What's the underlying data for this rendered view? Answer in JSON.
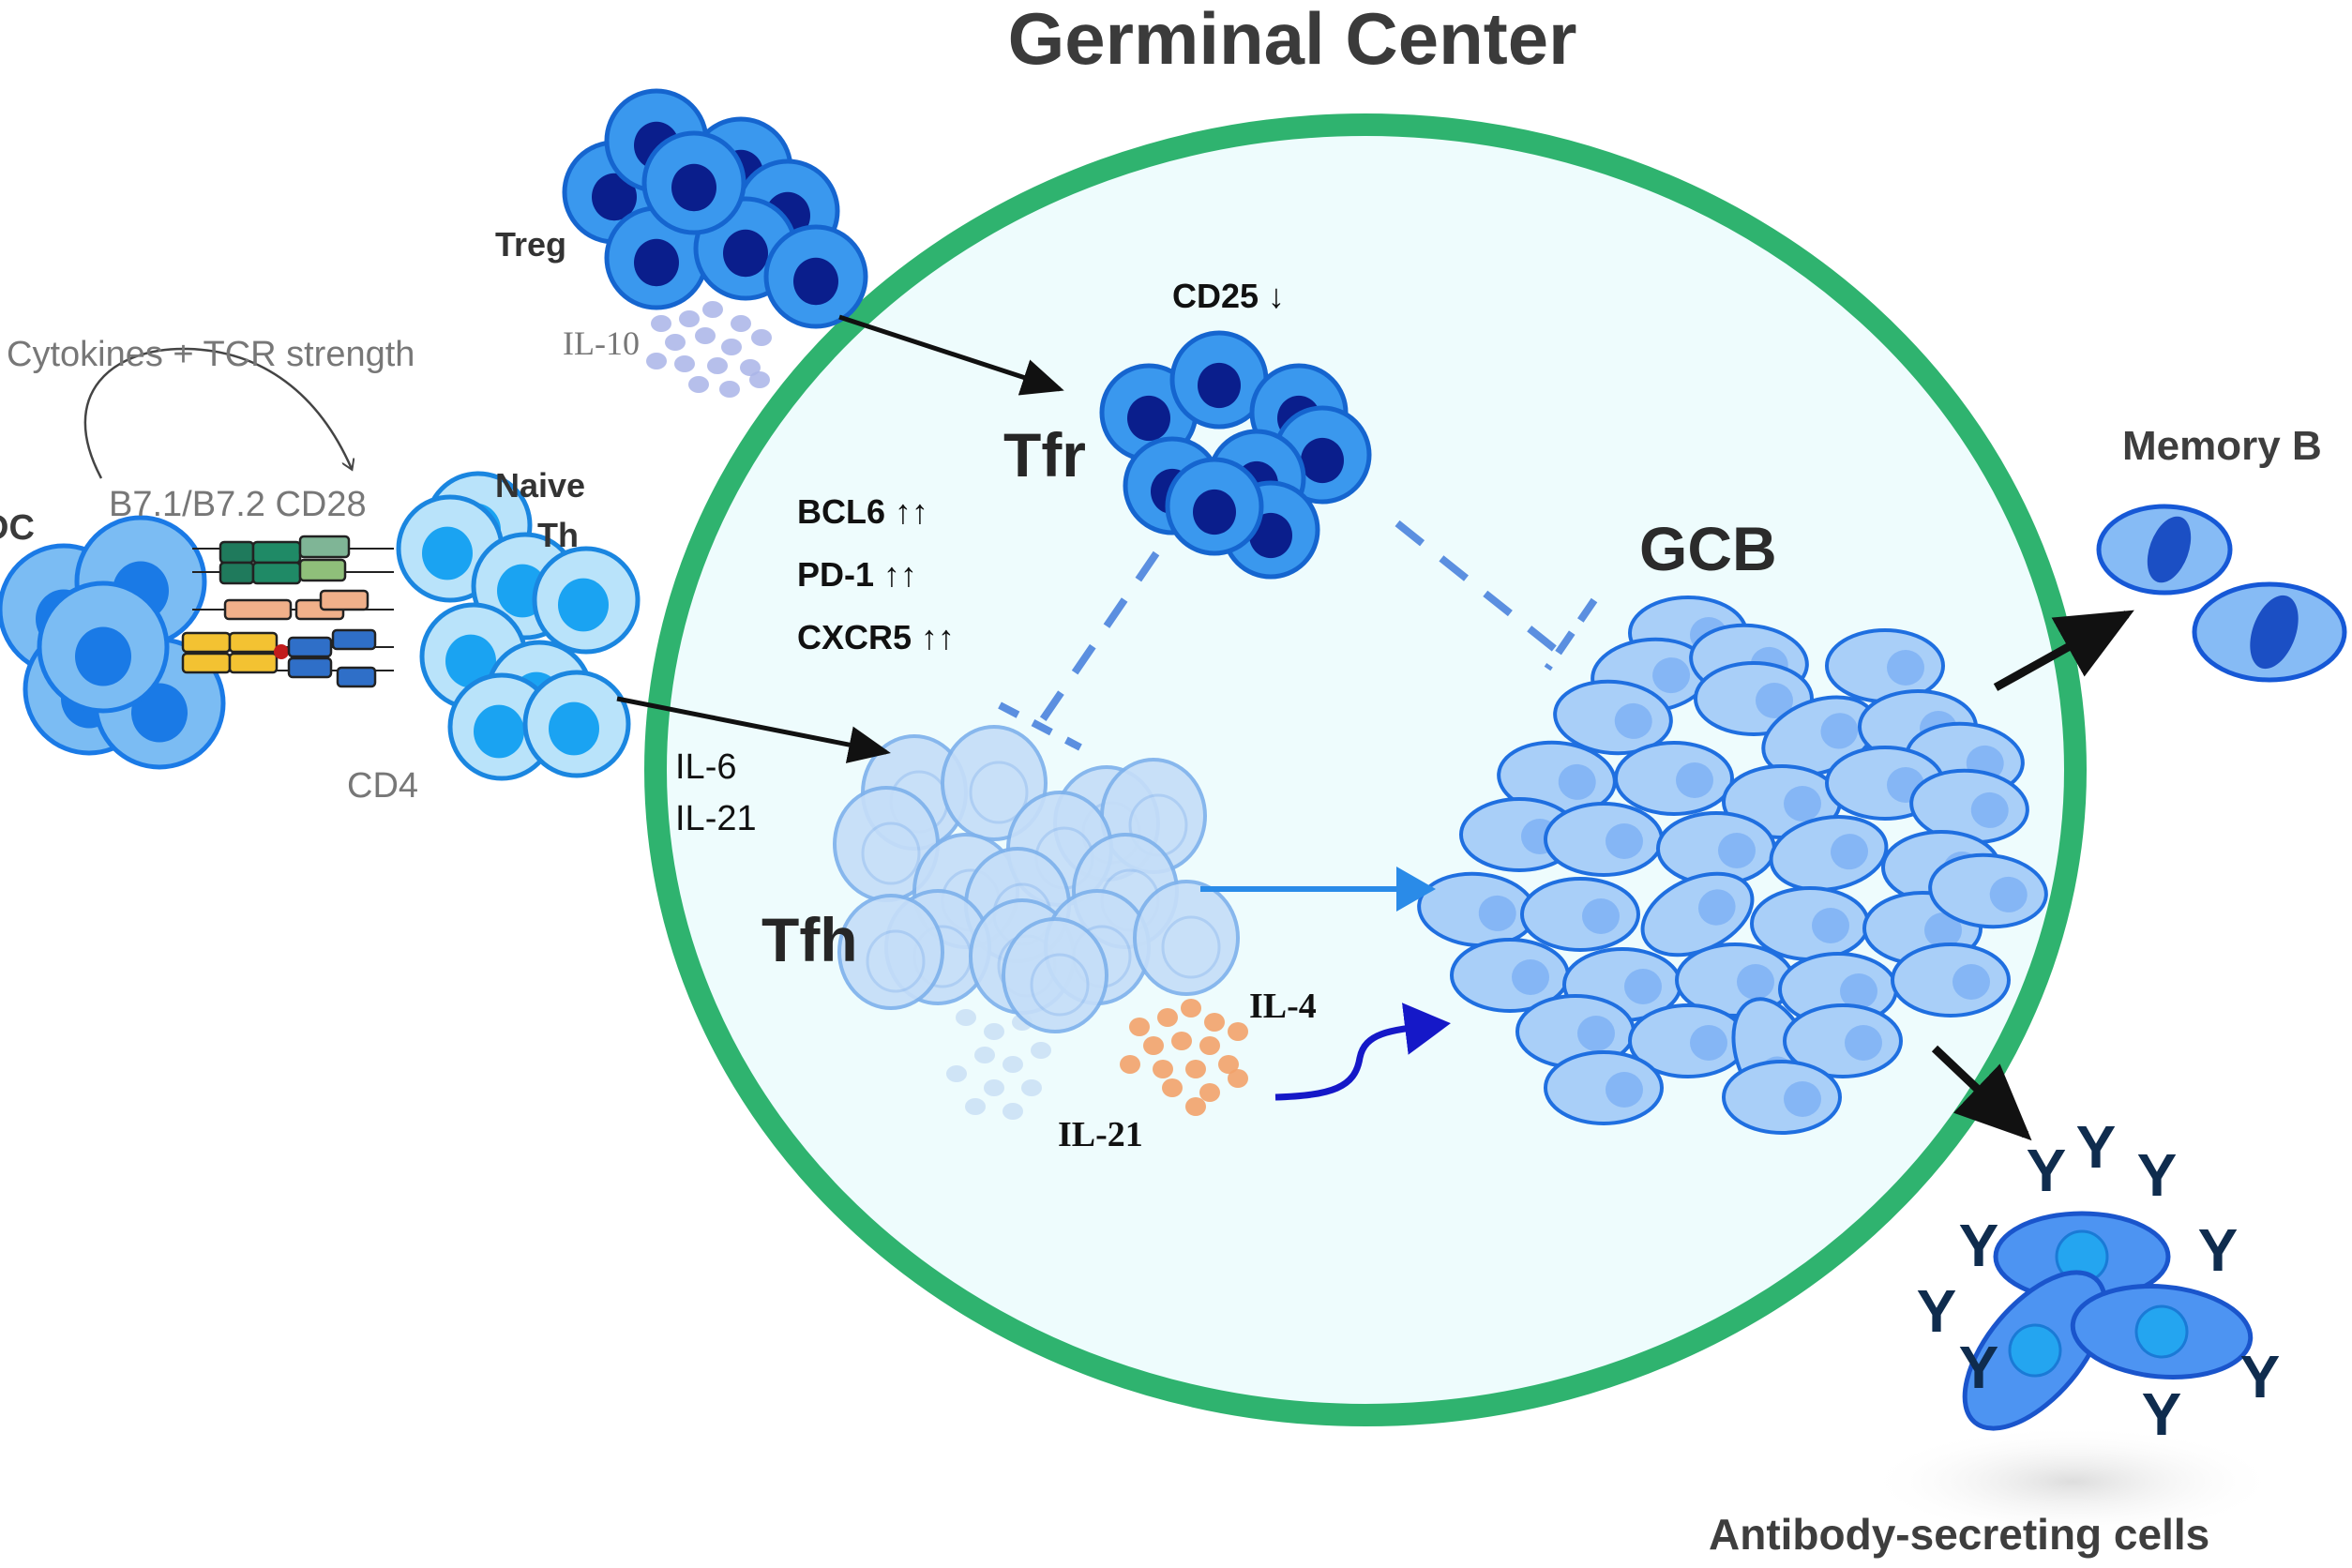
{
  "title": "Germinal Center",
  "labels": {
    "dc": "DC",
    "treg": "Treg",
    "il10": "IL-10",
    "cytokines_tcr": "Cytokines + TCR strength",
    "costim": "B7.1/B7.2 CD28",
    "naive_th_line1": "Naive",
    "naive_th_line2": "Th",
    "cd4": "CD4",
    "tfr": "Tfr",
    "cd25": "CD25 ↓",
    "markers": [
      "BCL6 ↑↑",
      "PD-1 ↑↑",
      "CXCR5 ↑↑"
    ],
    "il6": "IL-6",
    "il21_left": "IL-21",
    "tfh": "Tfh",
    "il4": "IL-4",
    "il21_bottom": "IL-21",
    "gcb": "GCB",
    "memory_b": "Memory B",
    "asc": "Antibody-secreting cells",
    "antibody_glyph": "Y"
  },
  "colors": {
    "gc_ring": "#2fb36f",
    "gc_fill": "#eefcfd",
    "treg_fill": "#3a98ee",
    "treg_nucleus": "#0a1e8c",
    "cell_stroke": "#1a6fd6",
    "dc_fill": "#7bbcf3",
    "dc_nucleus": "#1a7ae6",
    "th_fill": "#b9e3fa",
    "th_nucleus": "#1aa3f2",
    "tfh_fill": "#c5def8",
    "tfh_stroke": "#7fb2ec",
    "gcb_fill": "#a9cff8",
    "gcb_nucleus": "#7fb1f5",
    "gcb_stroke": "#1f6fe0",
    "memb_fill": "#86bbf5",
    "memb_nucleus": "#1b4fc4",
    "asc_fill": "#4d94f2",
    "asc_nucleus": "#24a5f0",
    "il10_dot": "#a9b4e8",
    "il4_dot": "#f2a26a",
    "tfh_dot": "#cfe4f6",
    "inhibit_dash": "#5b8fe0",
    "tfh_gcb_arrow": "#2a8be8",
    "il4_arrow": "#1518c8",
    "antibody": "#0f2c4e"
  },
  "relations": [
    {
      "from": "Treg",
      "to": "Tfr",
      "type": "activation"
    },
    {
      "from": "Naive Th",
      "to": "Tfh",
      "type": "activation"
    },
    {
      "from": "Tfr",
      "to": "Tfh",
      "type": "inhibition"
    },
    {
      "from": "Tfr",
      "to": "GCB",
      "type": "inhibition"
    },
    {
      "from": "Tfh",
      "to": "GCB",
      "type": "help"
    },
    {
      "from": "IL-4 / IL-21",
      "to": "GCB",
      "type": "cytokine-signal"
    },
    {
      "from": "GCB",
      "to": "Memory B",
      "type": "differentiation"
    },
    {
      "from": "GCB",
      "to": "Antibody-secreting cells",
      "type": "differentiation"
    }
  ]
}
